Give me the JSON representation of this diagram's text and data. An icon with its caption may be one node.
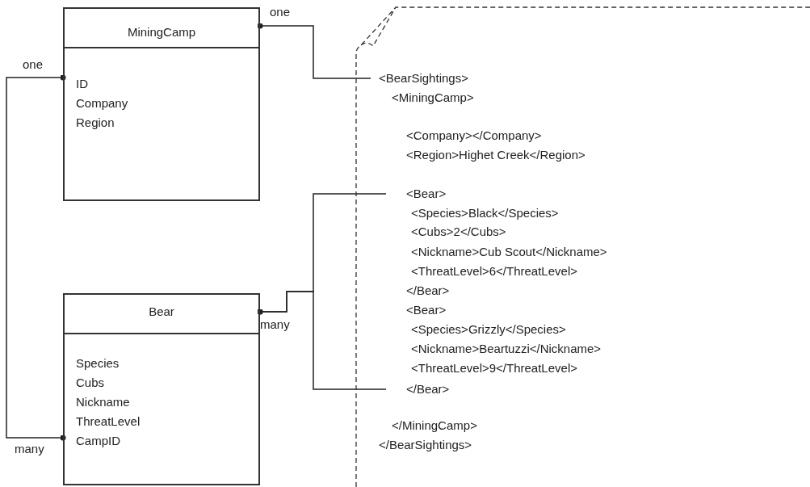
{
  "diagram": {
    "nodes": [
      {
        "text": [
          "MiningCamp",
          "ID",
          "Company",
          "Region"
        ]
      },
      {
        "text": [
          "Bear",
          "Species",
          "Cubs",
          "Nickname",
          "ThreatLevel",
          "CampID"
        ]
      },
      {
        "text": [],
        "shape": "document"
      },
      {
        "text": [
          "<BearSightings>"
        ],
        "in": 2
      },
      {
        "text": [
          "<Bear>"
        ],
        "in": 2
      },
      {
        "text": [
          "</Bear>"
        ],
        "in": 2
      }
    ],
    "edges": [
      {
        "from": 0,
        "to": 3,
        "arrow": "other"
      },
      {
        "from": 0,
        "to": 1,
        "arrow": "other"
      },
      {
        "from": 1,
        "to": 4,
        "arrow": "other"
      },
      {
        "from": 1,
        "to": 5,
        "arrow": "other"
      }
    ],
    "labels": [
      "one",
      "one",
      "<MiningCamp>",
      "<Company></Company>",
      "<Region>Highet Creek</Region>",
      "<Species>Black</Species>",
      "<Cubs>2</Cubs>",
      "<Nickname>Cub Scout</Nickname>",
      "<ThreatLevel>6</ThreatLevel>",
      "</Bear>",
      "<Bear>",
      "<Species>Grizzly</Species>",
      "<Nickname>Beartuzzi</Nickname>",
      "<ThreatLevel>9</ThreatLevel>",
      "many",
      "many",
      "</MiningCamp>",
      "</BearSightings>"
    ]
  }
}
